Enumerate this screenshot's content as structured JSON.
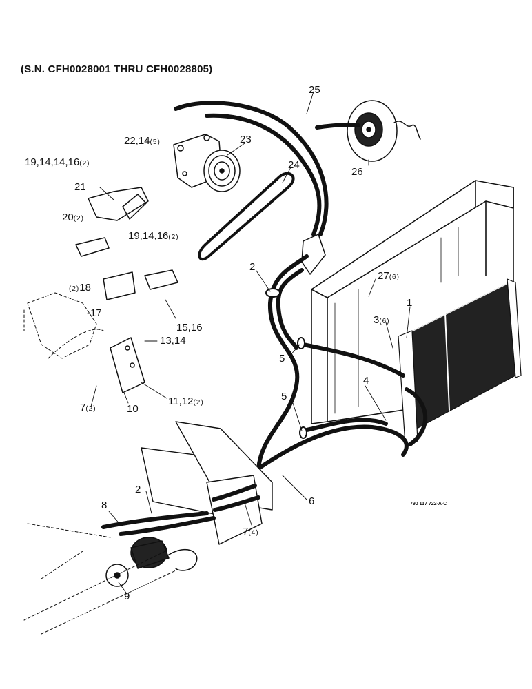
{
  "title": "(S.N. CFH0028001 THRU CFH0028805)",
  "figure_code": "790 117 722-A-C",
  "callouts": [
    {
      "id": "c25",
      "label": "25",
      "qty": ""
    },
    {
      "id": "c22",
      "label": "22,14",
      "qty": "(5)"
    },
    {
      "id": "c23",
      "label": "23",
      "qty": ""
    },
    {
      "id": "c19a",
      "label": "19,14,14,16",
      "qty": "(2)"
    },
    {
      "id": "c21",
      "label": "21",
      "qty": ""
    },
    {
      "id": "c24",
      "label": "24",
      "qty": ""
    },
    {
      "id": "c26",
      "label": "26",
      "qty": ""
    },
    {
      "id": "c20",
      "label": "20",
      "qty": "(2)"
    },
    {
      "id": "c19b",
      "label": "19,14,16",
      "qty": "(2)"
    },
    {
      "id": "c2a",
      "label": "2",
      "qty": ""
    },
    {
      "id": "c27",
      "label": "27",
      "qty": "(6)"
    },
    {
      "id": "c18",
      "label": "18",
      "qty": "(2)"
    },
    {
      "id": "c1",
      "label": "1",
      "qty": ""
    },
    {
      "id": "c17",
      "label": "-17",
      "qty": ""
    },
    {
      "id": "c3",
      "label": "3",
      "qty": "(6)"
    },
    {
      "id": "c15",
      "label": "15,16",
      "qty": ""
    },
    {
      "id": "c13",
      "label": "13,14",
      "qty": ""
    },
    {
      "id": "c5a",
      "label": "5",
      "qty": ""
    },
    {
      "id": "c4",
      "label": "4",
      "qty": ""
    },
    {
      "id": "c7a",
      "label": "7",
      "qty": "(2)"
    },
    {
      "id": "c10",
      "label": "10",
      "qty": ""
    },
    {
      "id": "c11",
      "label": "11,12",
      "qty": "(2)"
    },
    {
      "id": "c5b",
      "label": "5",
      "qty": ""
    },
    {
      "id": "c8",
      "label": "8",
      "qty": ""
    },
    {
      "id": "c2b",
      "label": "2",
      "qty": ""
    },
    {
      "id": "c6",
      "label": "6",
      "qty": ""
    },
    {
      "id": "c7b",
      "label": "7",
      "qty": "(4)"
    },
    {
      "id": "c9",
      "label": "9",
      "qty": ""
    }
  ]
}
